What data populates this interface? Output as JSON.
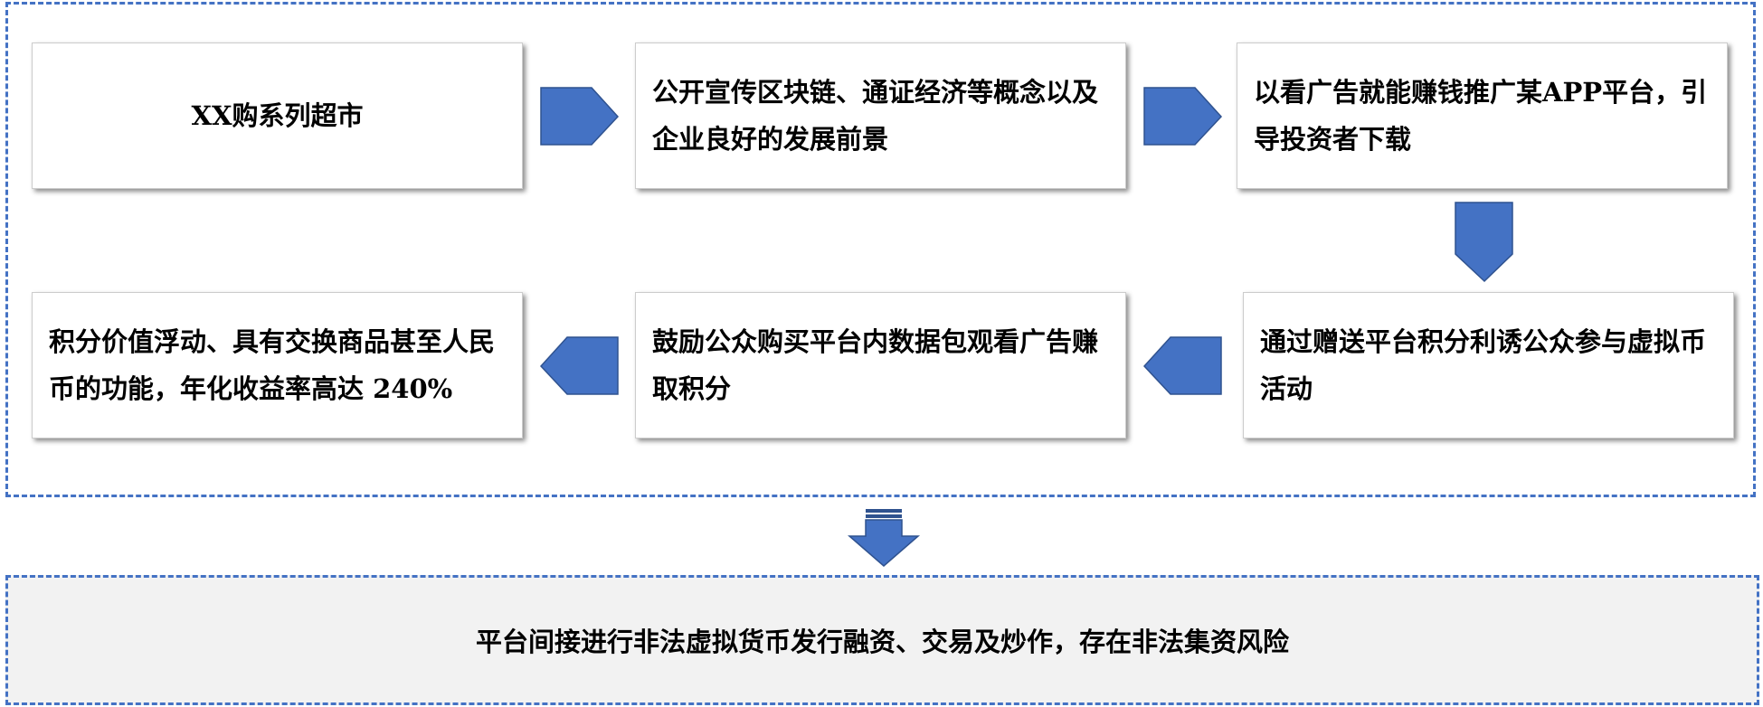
{
  "steps": [
    "XX购系列超市",
    "公开宣传区块链、通证经济等概念以及企业良好的发展前景",
    "以看广告就能赚钱推广某APP平台，引导投资者下载",
    "通过赠送平台积分利诱公众参与虚拟币活动",
    "鼓励公众购买平台内数据包观看广告赚取积分",
    "积分价值浮动、具有交换商品甚至人民币的功能，年化收益率高达 240%"
  ],
  "conclusion": "平台间接进行非法虚拟货币发行融资、交易及炒作，存在非法集资风险",
  "colors": {
    "accent": "#4472c4",
    "conclusion_bg": "#f2f2f2"
  }
}
